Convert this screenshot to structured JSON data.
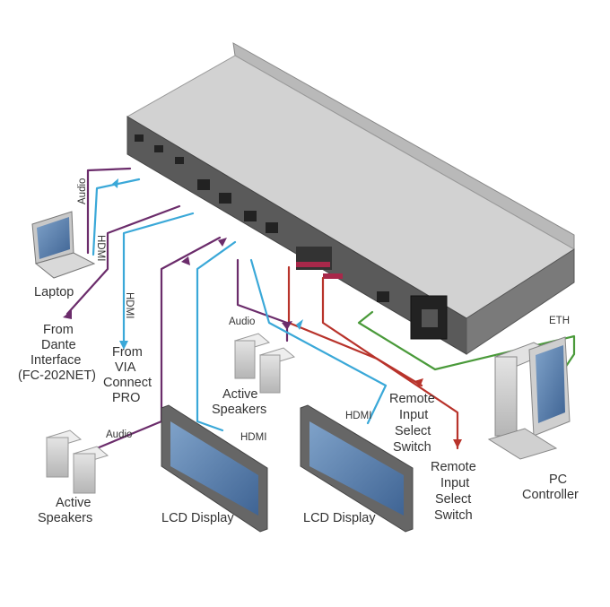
{
  "colors": {
    "audio_cable": "#6b2c6b",
    "hdmi_cable": "#3aa8d8",
    "remote_cable": "#b8332b",
    "eth_cable": "#4a9a3a",
    "device_body": "#c9c9c9",
    "device_top": "#d6d6d6",
    "screen_blue": "#4a6fa5"
  },
  "devices": {
    "laptop_label": "Laptop",
    "lcd_left_label": "LCD Display",
    "lcd_right_label": "LCD Display",
    "speakers_left_label_1": "Active",
    "speakers_left_label_2": "Speakers",
    "speakers_mid_label_1": "Active",
    "speakers_mid_label_2": "Speakers",
    "pc_label_1": "PC",
    "pc_label_2": "Controller"
  },
  "sources": {
    "dante_1": "From",
    "dante_2": "Dante",
    "dante_3": "Interface",
    "dante_4": "(FC-202NET)",
    "via_1": "From",
    "via_2": "VIA",
    "via_3": "Connect",
    "via_4": "PRO"
  },
  "remote_left": [
    "Remote",
    "Input",
    "Select",
    "Switch"
  ],
  "remote_right": [
    "Remote",
    "Input",
    "Select",
    "Switch"
  ],
  "cables": {
    "audio_laptop": "Audio",
    "hdmi_laptop": "HDMI",
    "hdmi_via": "HDMI",
    "audio_speakers_mid": "Audio",
    "audio_speakers_left": "Audio",
    "hdmi_lcd_left": "HDMI",
    "hdmi_lcd_right": "HDMI",
    "eth": "ETH"
  },
  "icons": [
    "laptop-icon",
    "speaker-icon",
    "lcd-display-icon",
    "pc-tower-icon",
    "monitor-icon",
    "keyboard-icon",
    "switcher-device-icon"
  ]
}
